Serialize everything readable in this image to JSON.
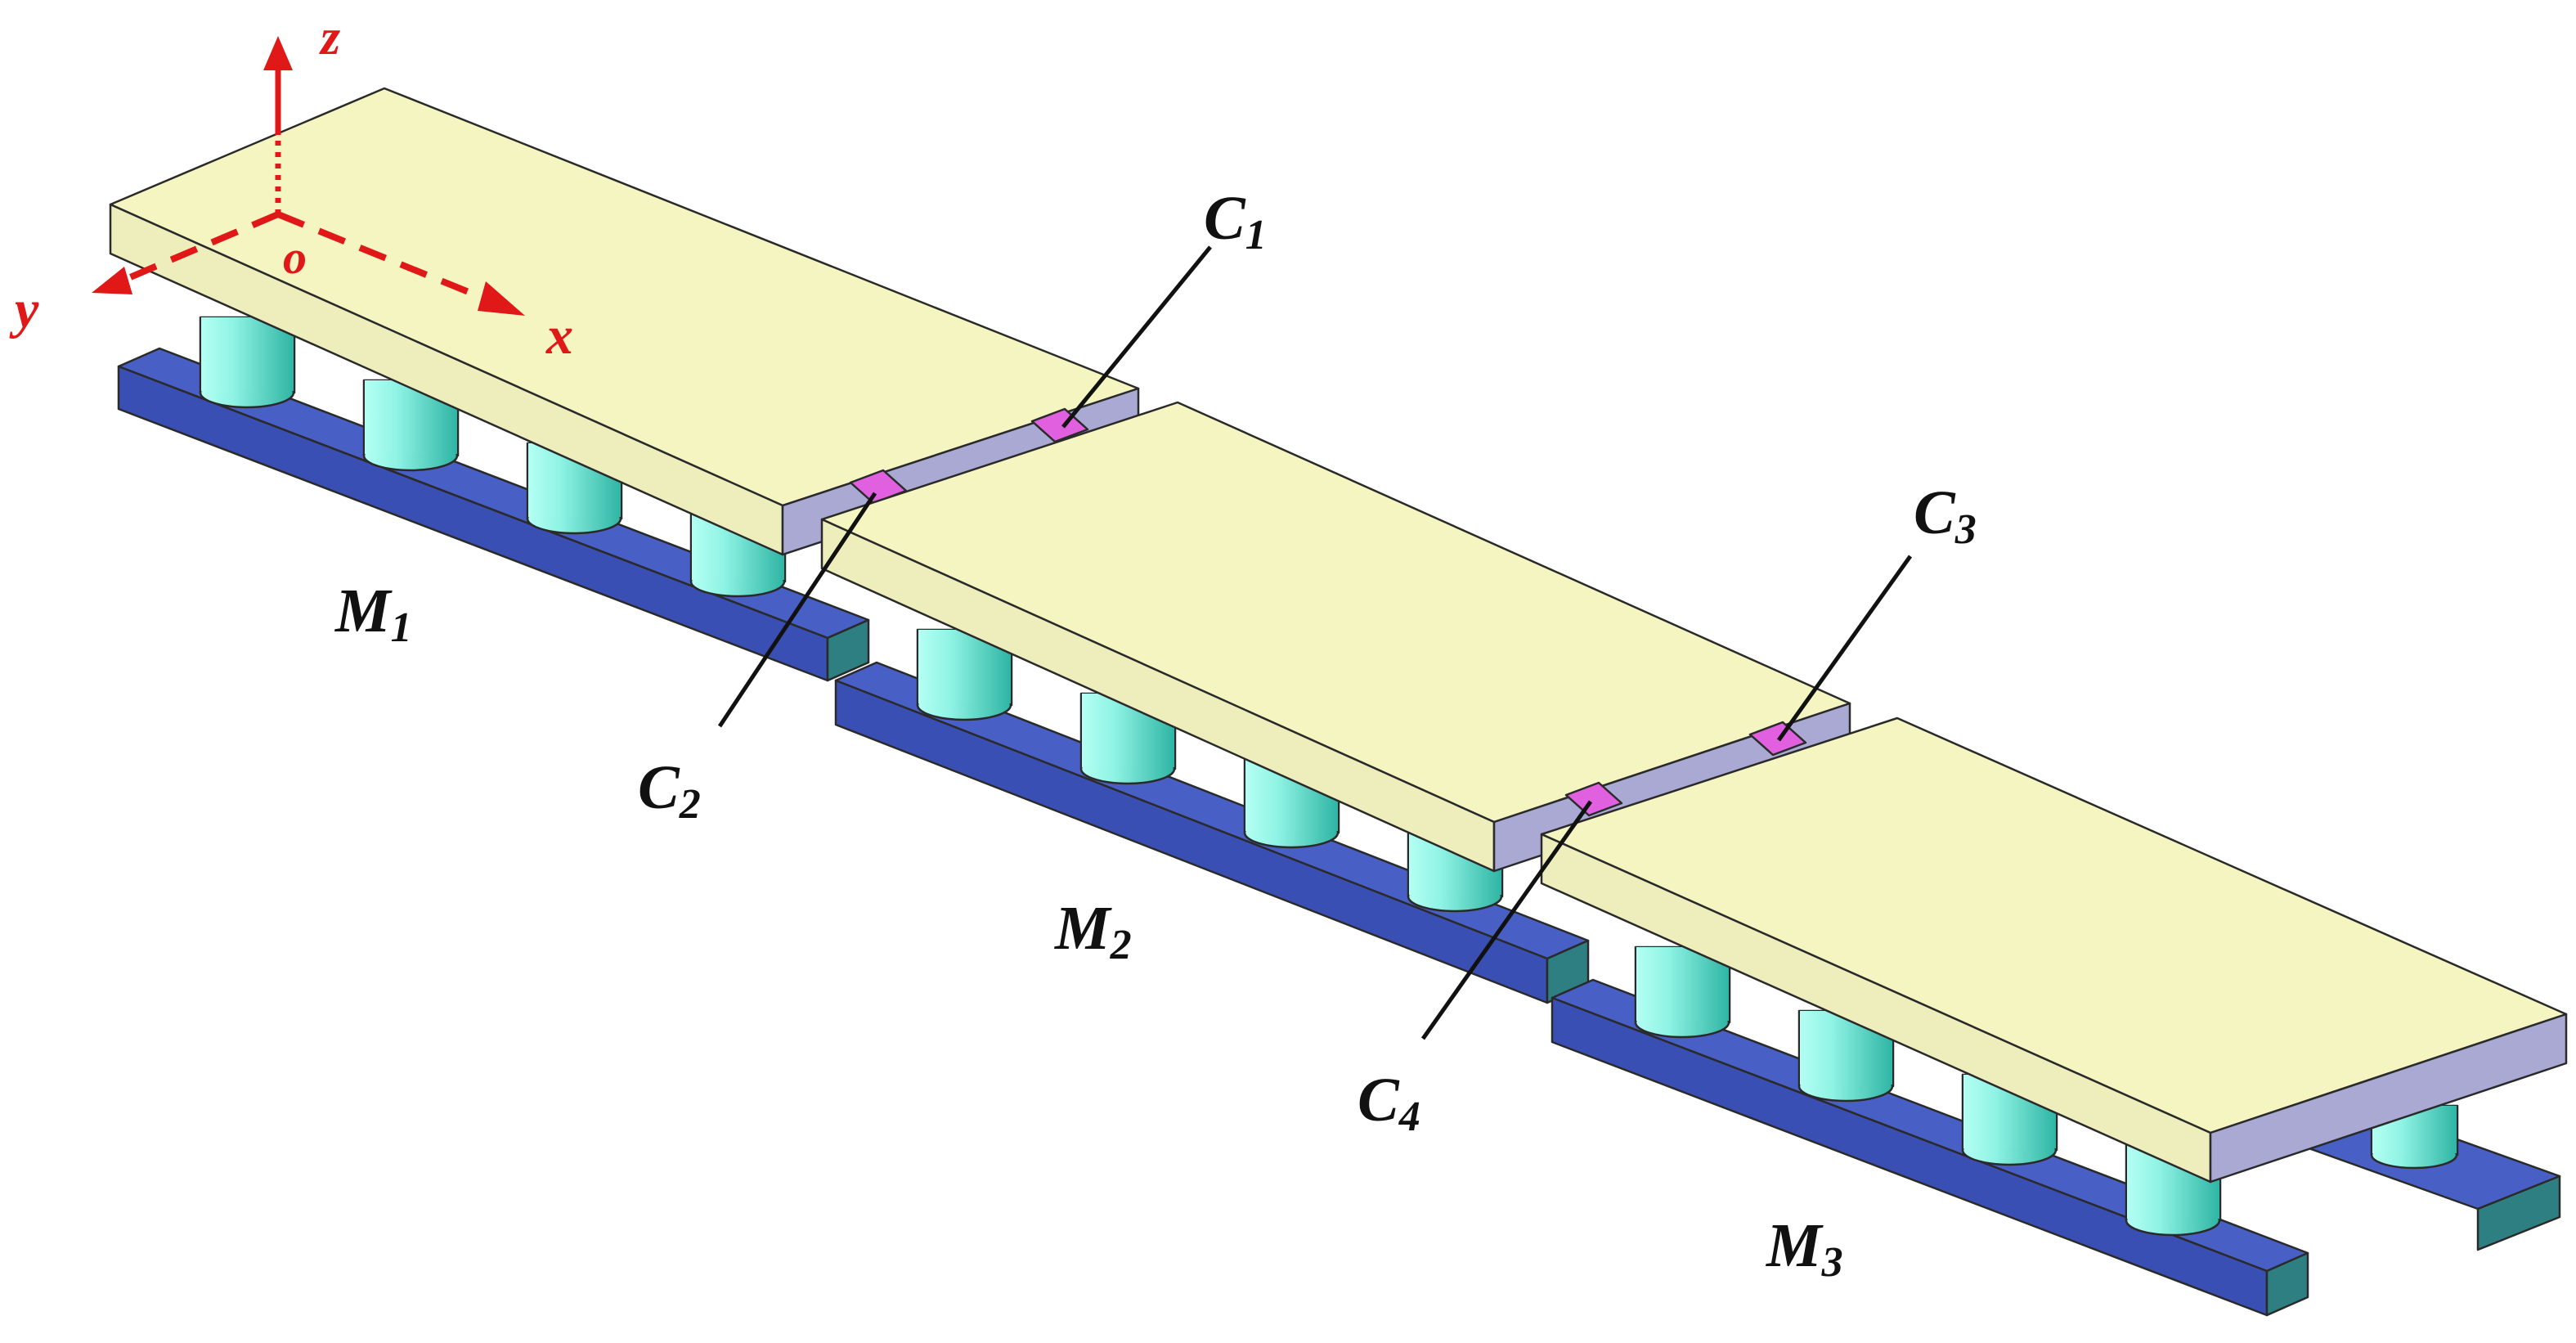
{
  "colors": {
    "plate_top": "#f5f5c2",
    "plate_front": "#eeeebd",
    "plate_side": "#a9a9d4",
    "base_top": "#4860c6",
    "base_front": "#3a4fb3",
    "base_end": "#2e7f82",
    "cylinder_light": "#8ff3e4",
    "cylinder_dark": "#37c3b2",
    "connector": "#e060e0",
    "axis": "#e01818",
    "label": "#111111"
  },
  "axes": {
    "x_label": "x",
    "y_label": "y",
    "z_label": "z",
    "origin_label": "o"
  },
  "modules": [
    {
      "label_main": "M",
      "label_sub": "1"
    },
    {
      "label_main": "M",
      "label_sub": "2"
    },
    {
      "label_main": "M",
      "label_sub": "3"
    }
  ],
  "connectors": [
    {
      "label_main": "C",
      "label_sub": "1"
    },
    {
      "label_main": "C",
      "label_sub": "2"
    },
    {
      "label_main": "C",
      "label_sub": "3"
    },
    {
      "label_main": "C",
      "label_sub": "4"
    }
  ]
}
